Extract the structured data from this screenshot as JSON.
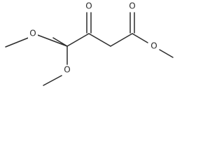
{
  "molecule": {
    "atoms": {
      "o_ketone": "O",
      "o_ester_carbonyl": "O",
      "o_ester_ether": "O",
      "o_methoxy_upper": "O",
      "o_methoxy_lower": "O"
    }
  },
  "colors": {
    "bond": "#2b2b2b",
    "background": "#ffffff"
  }
}
